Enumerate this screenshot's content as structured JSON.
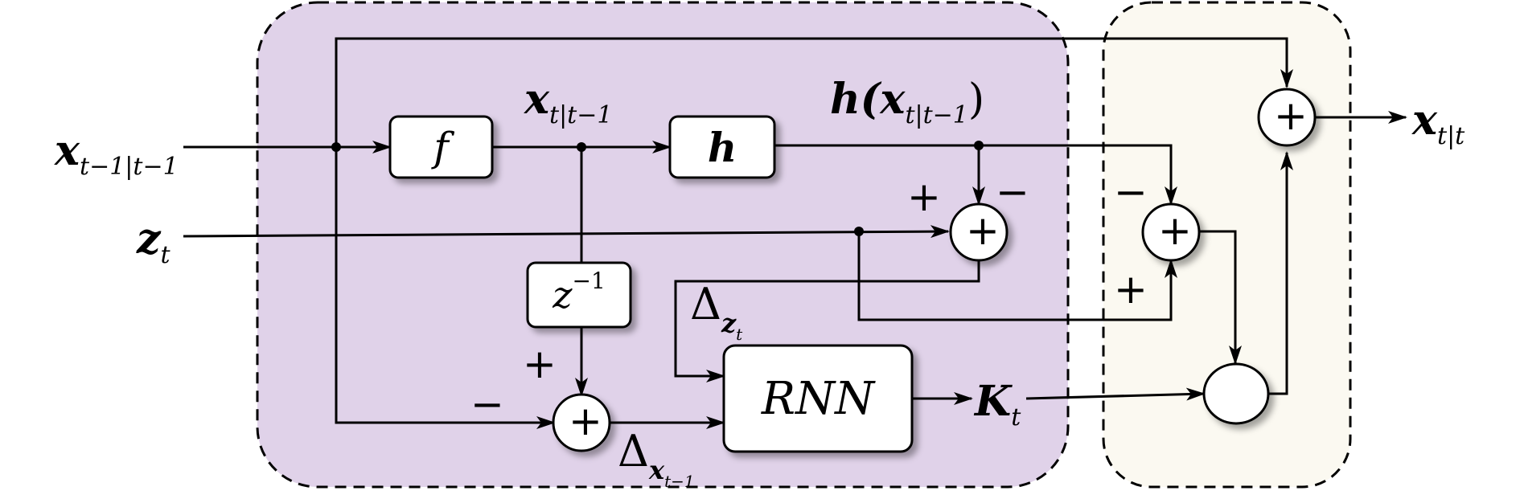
{
  "colors": {
    "left_region_fill": "#e0d2e9",
    "right_region_fill": "#fbf9f1",
    "block_fill": "#ffffff",
    "stroke": "#000000"
  },
  "blocks": {
    "f": "f",
    "h": "h",
    "delay": "z",
    "delay_exponent": "−1",
    "rnn": "RNN"
  },
  "signals": {
    "input_prev_estimate": {
      "base": "x",
      "sub": "t−1|t−1"
    },
    "measurement": {
      "base": "z",
      "sub": "t"
    },
    "prior": {
      "base": "x",
      "sub": "t|t−1"
    },
    "predicted_measurement": {
      "prefix": "h(",
      "base": "x",
      "sub": "t|t−1",
      "suffix": ")"
    },
    "delta_z": {
      "base": "Δ",
      "sub": "z",
      "subsub": "t"
    },
    "delta_x": {
      "base": "Δ",
      "sub": "x",
      "subsub": "t−1"
    },
    "gain": {
      "base": "K",
      "sub": "t"
    },
    "output": {
      "base": "x",
      "sub": "t|t"
    }
  },
  "signs": {
    "sum1_left": "+",
    "sum1_right": "−",
    "sum2_top": "−",
    "sum2_bottom": "+",
    "sum3_top": "+",
    "sum3_left": "−"
  },
  "junctions": {
    "sum_symbol": "+"
  }
}
